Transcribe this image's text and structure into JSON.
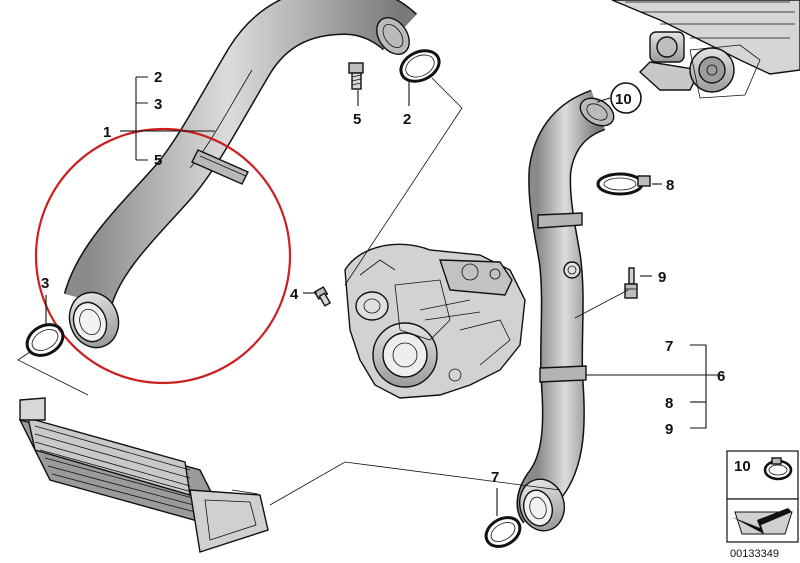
{
  "labels": {
    "l2a": "2",
    "l3a": "3",
    "l1": "1",
    "l5a": "5",
    "l5b": "5",
    "l2b": "2",
    "l10": "10",
    "l8a": "8",
    "l3b": "3",
    "l4": "4",
    "l9a": "9",
    "l7a": "7",
    "l6": "6",
    "l8b": "8",
    "l9b": "9",
    "l7b": "7"
  },
  "legend": {
    "number": "10"
  },
  "catalog_number": "00133349",
  "highlight_color": "#cc1f1f"
}
